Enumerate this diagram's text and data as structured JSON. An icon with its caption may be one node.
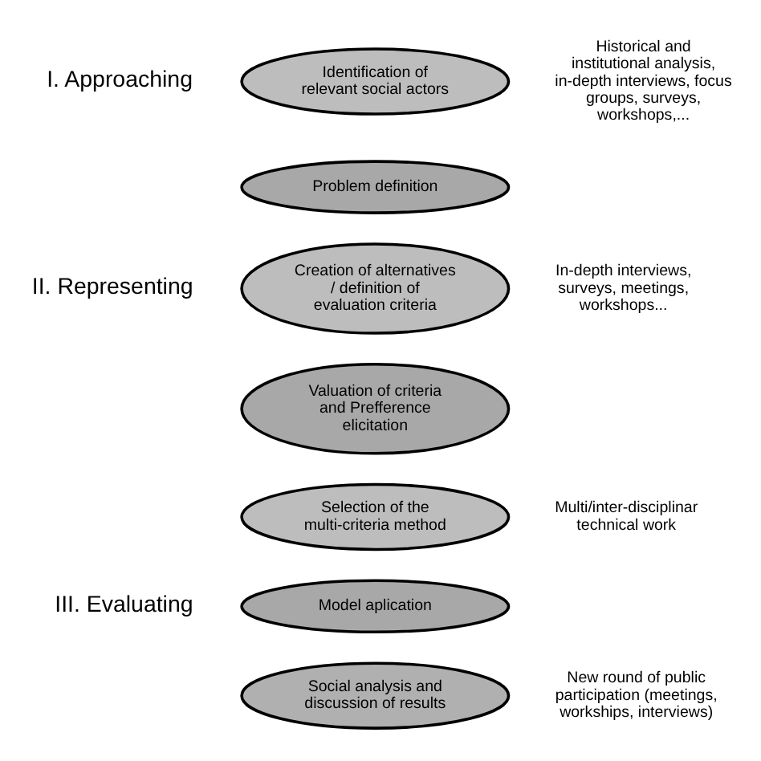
{
  "diagram": {
    "nodes": [
      {
        "text": [
          "Identification of relevant social actors"
        ]
      },
      {
        "text": [
          "Problem definition"
        ]
      },
      {
        "text": [
          "Creation of alternatives / definition of evaluation criteria"
        ]
      },
      {
        "text": [
          "Valuation of criteria and Prefference elicitation"
        ]
      },
      {
        "text": [
          "Selection of the multi-criteria method"
        ]
      },
      {
        "text": [
          "Model aplication"
        ]
      },
      {
        "text": [
          "Social analysis and discussion of results"
        ]
      }
    ],
    "edges": [],
    "labels": [
      "I. Approaching",
      "Historical and institutional analysis, in-depth interviews, focus groups, surveys, workshops,...",
      "II. Representing",
      "In-depth interviews, surveys, meetings, workshops...",
      "Multi/inter-disciplinar technical work",
      "III. Evaluating",
      "New round of public participation (meetings, workships, interviews)"
    ]
  }
}
